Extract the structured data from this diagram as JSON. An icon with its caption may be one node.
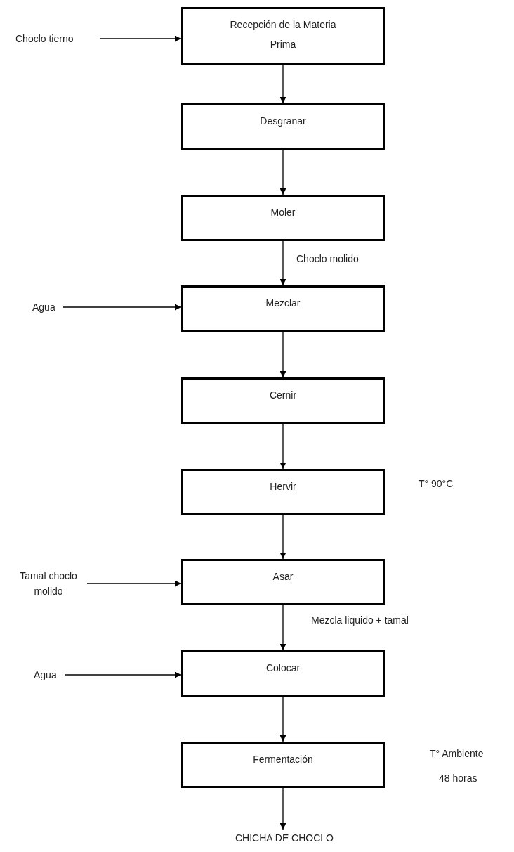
{
  "diagram": {
    "nodes": [
      {
        "text": [
          "Choclo tierno"
        ]
      },
      {
        "text": [
          "Recepción de la Materia Prima"
        ]
      },
      {
        "text": [
          "Desgranar"
        ]
      },
      {
        "text": [
          "Moler"
        ]
      },
      {
        "text": [
          "Agua"
        ]
      },
      {
        "text": [
          "Mezclar"
        ]
      },
      {
        "text": [
          "Cernir"
        ]
      },
      {
        "text": [
          "Hervir"
        ],
        "beside": [
          "T° 90°C"
        ]
      },
      {
        "text": [
          "Tamal choclo molido"
        ]
      },
      {
        "text": [
          "Asar"
        ]
      },
      {
        "text": [
          "Agua"
        ]
      },
      {
        "text": [
          "Colocar"
        ]
      },
      {
        "text": [
          "Fermentación"
        ],
        "beside": [
          "T° Ambiente",
          "48 horas"
        ]
      },
      {
        "text": [
          "CHICHA DE CHOCLO"
        ]
      }
    ],
    "edges": [
      {
        "from": 0,
        "to": 1,
        "arrow": "to"
      },
      {
        "from": 1,
        "to": 2,
        "arrow": "to"
      },
      {
        "from": 2,
        "to": 3,
        "arrow": "to"
      },
      {
        "from": 3,
        "to": 5,
        "arrow": "to",
        "label": "Choclo molido"
      },
      {
        "from": 4,
        "to": 5,
        "arrow": "to"
      },
      {
        "from": 5,
        "to": 6,
        "arrow": "to"
      },
      {
        "from": 6,
        "to": 7,
        "arrow": "to"
      },
      {
        "from": 7,
        "to": 9,
        "arrow": "to"
      },
      {
        "from": 8,
        "to": 9,
        "arrow": "to"
      },
      {
        "from": 9,
        "to": 11,
        "arrow": "to",
        "label": "Mezcla liquido + tamal"
      },
      {
        "from": 10,
        "to": 11,
        "arrow": "to"
      },
      {
        "from": 11,
        "to": 12,
        "arrow": "to"
      },
      {
        "from": 12,
        "to": 13,
        "arrow": "to"
      }
    ]
  }
}
